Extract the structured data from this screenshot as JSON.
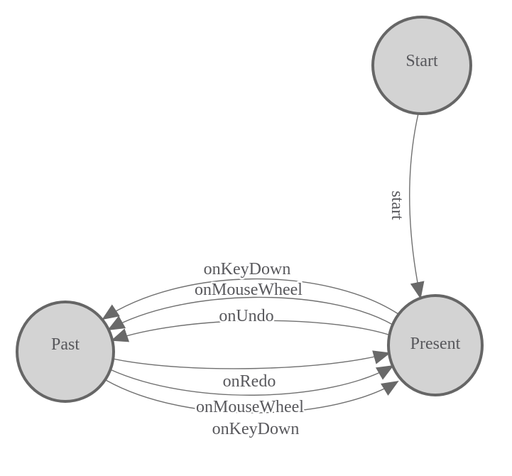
{
  "diagram_type": "state-machine",
  "colors": {
    "background": "#ffffff",
    "node_fill": "#d3d3d3",
    "node_stroke": "#666666",
    "node_label": "#58585c",
    "edge_stroke": "#707070",
    "edge_label": "#58585c",
    "arrowhead": "#696969"
  },
  "nodes": [
    {
      "id": "start",
      "label": "Start"
    },
    {
      "id": "present",
      "label": "Present"
    },
    {
      "id": "past",
      "label": "Past"
    }
  ],
  "edges": [
    {
      "from": "Start",
      "to": "Present",
      "label": "start"
    },
    {
      "from": "Present",
      "to": "Past",
      "label": "onKeyDown"
    },
    {
      "from": "Present",
      "to": "Past",
      "label": "onMouseWheel"
    },
    {
      "from": "Present",
      "to": "Past",
      "label": "onUndo"
    },
    {
      "from": "Past",
      "to": "Present",
      "label": "onRedo"
    },
    {
      "from": "Past",
      "to": "Present",
      "label": "onMouseWheel"
    },
    {
      "from": "Past",
      "to": "Present",
      "label": "onKeyDown"
    }
  ]
}
